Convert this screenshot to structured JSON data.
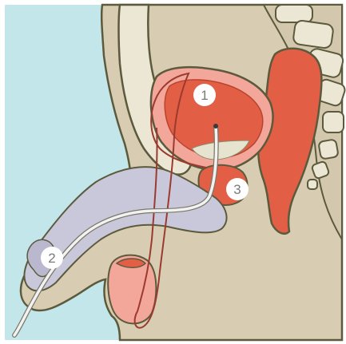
{
  "diagram": {
    "colors": {
      "skin": "#d8ccb2",
      "water": "#c3e6ea",
      "outline": "#5c5a3c",
      "organ_red": "#e25f46",
      "organ_pink": "#f2a79a",
      "shaft": "#c9c8db",
      "bone": "#ece7d4",
      "urine": "#e6e3cf",
      "catheter": "#f2f2f2",
      "urethra_line": "#9b3a2e"
    },
    "markers": [
      {
        "id": "marker-1",
        "label": "1"
      },
      {
        "id": "marker-2",
        "label": "2"
      },
      {
        "id": "marker-3",
        "label": "3"
      }
    ]
  }
}
